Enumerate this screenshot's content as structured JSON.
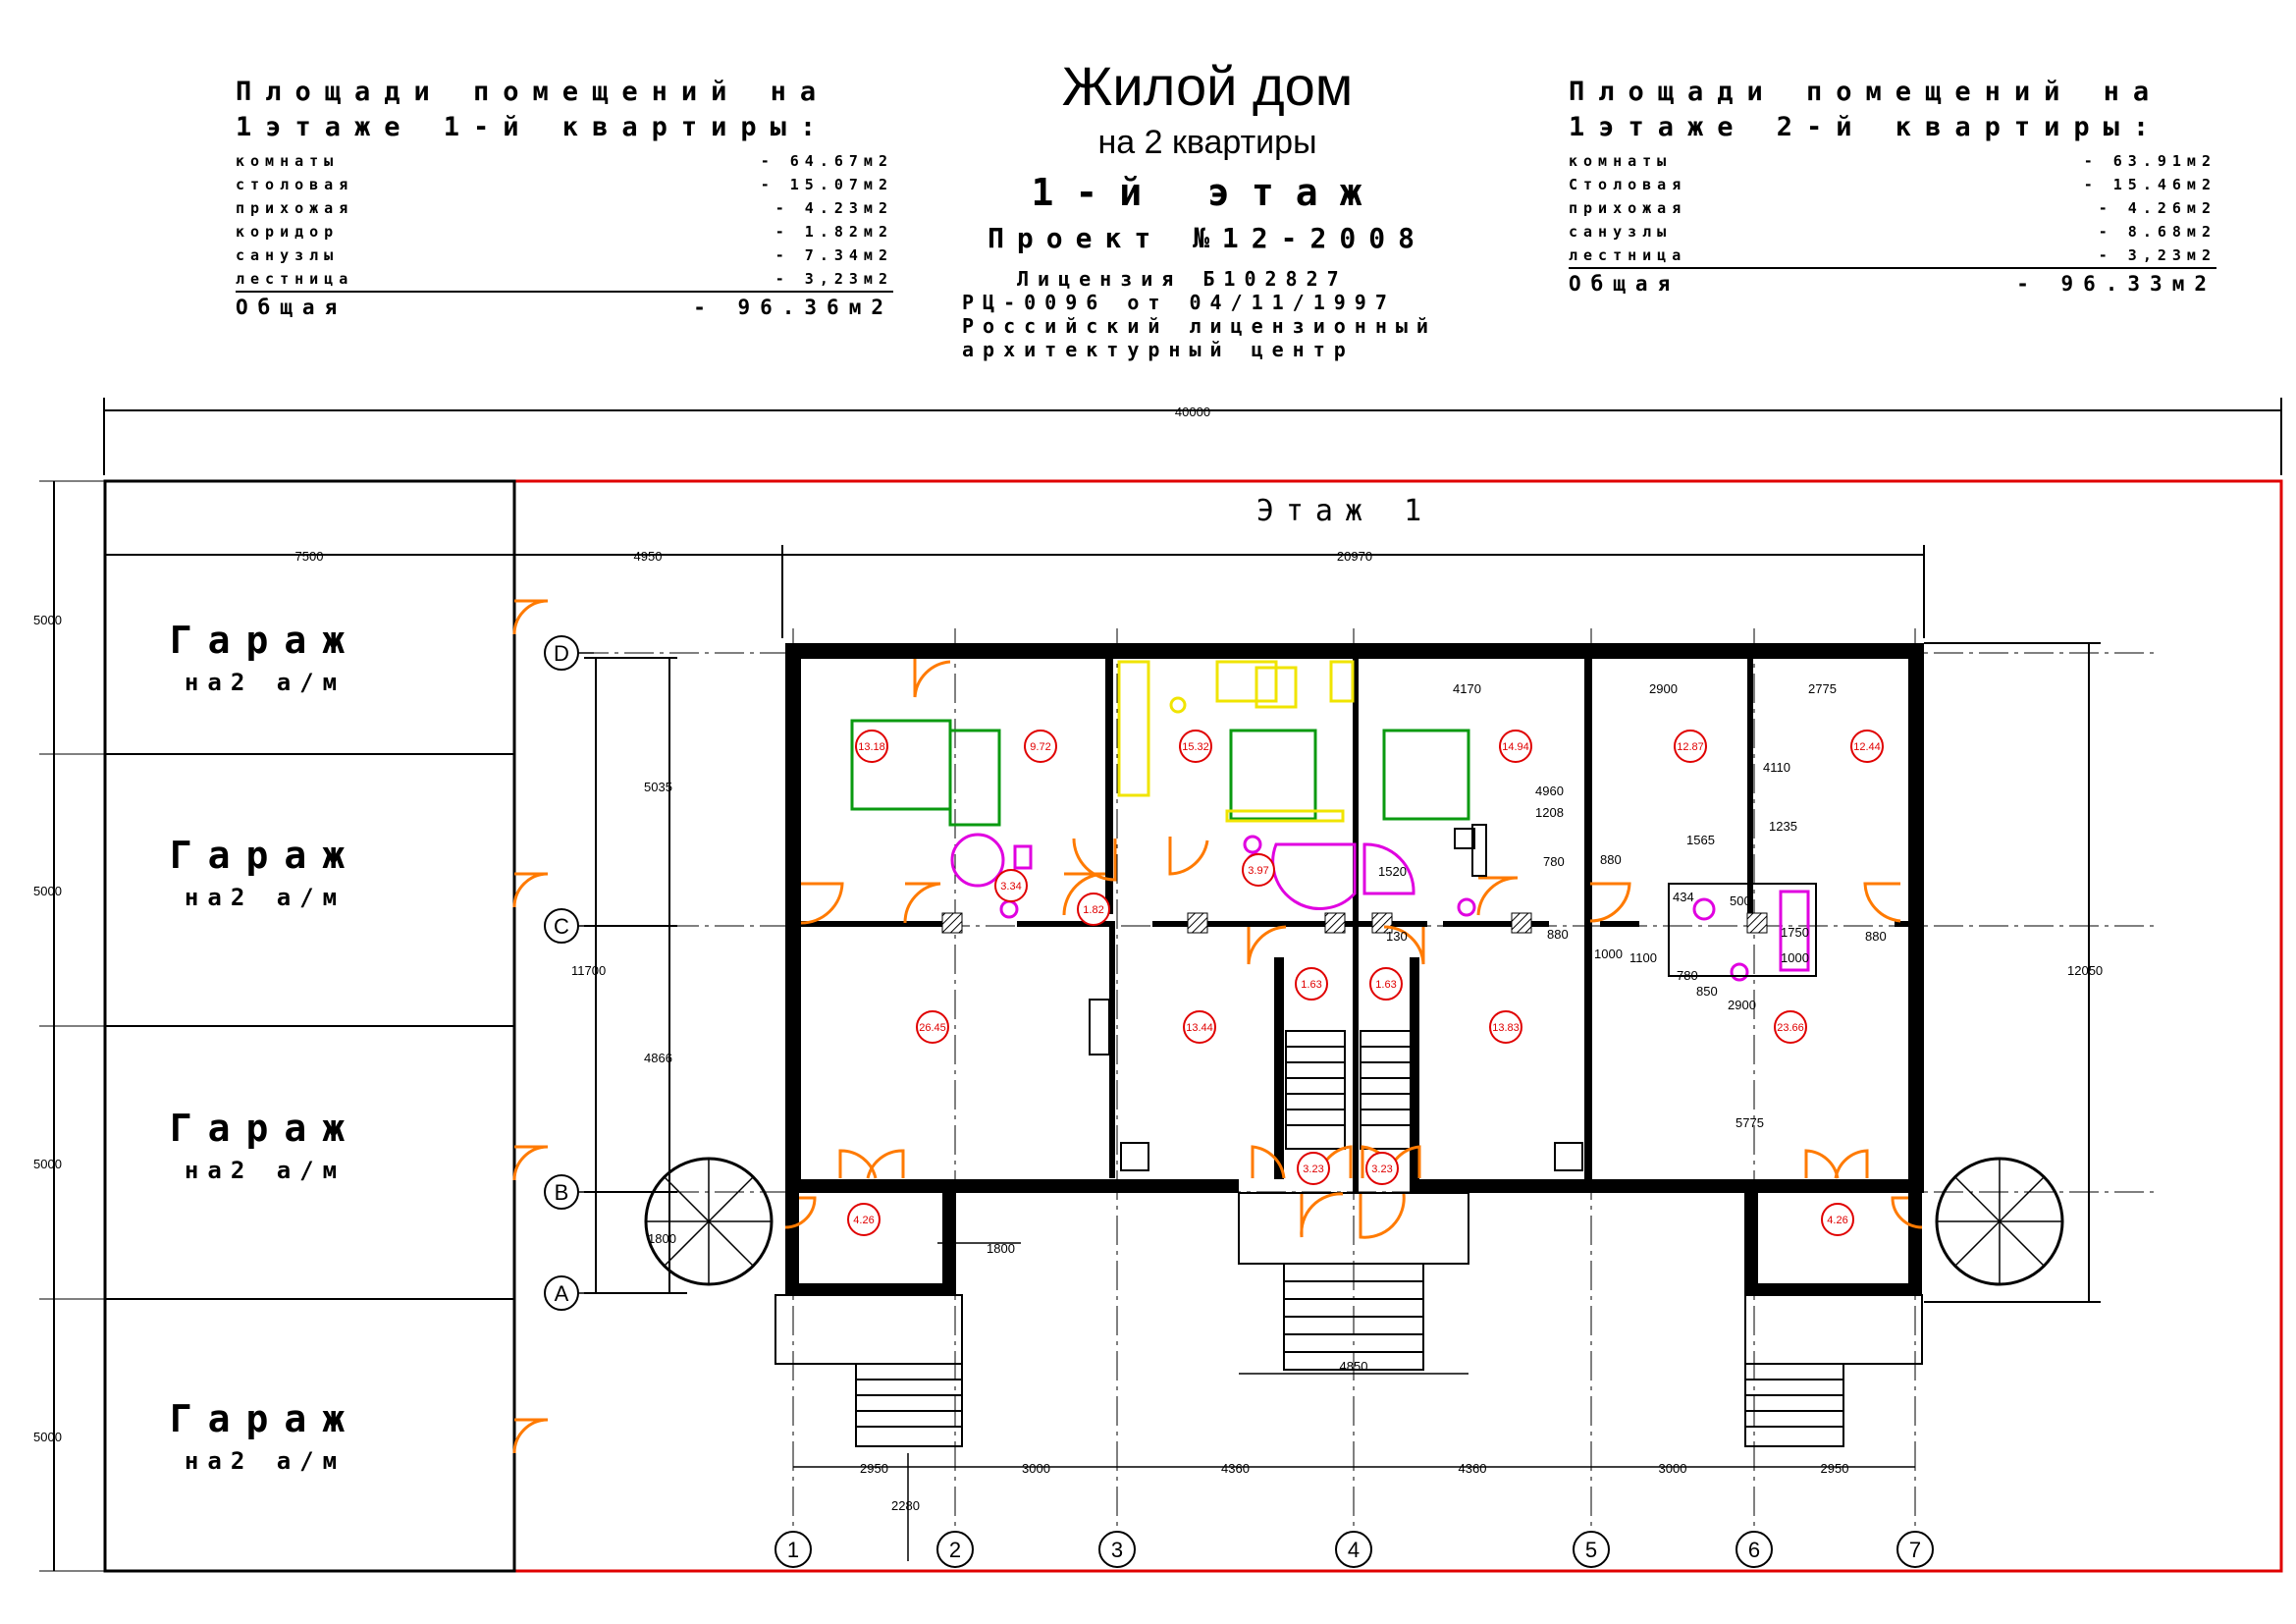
{
  "title": {
    "main": "Жилой дом",
    "sub": "на 2 квартиры",
    "floor": "1-й этаж",
    "project": "Проект №12-2008"
  },
  "license": {
    "line1": "Лицензия Б102827",
    "line2": "РЦ-0096 от 04/11/1997",
    "line3": "Российский лицензионный",
    "line4": "архитектурный центр"
  },
  "apt1": {
    "title1": "Площади помещений на",
    "title2": "1этаже  1-й квартиры:",
    "rows": [
      {
        "name": "комнаты",
        "value": "- 64.67м2"
      },
      {
        "name": "столовая",
        "value": "- 15.07м2"
      },
      {
        "name": "прихожая",
        "value": "- 4.23м2"
      },
      {
        "name": "коридор",
        "value": "- 1.82м2"
      },
      {
        "name": "санузлы",
        "value": "- 7.34м2"
      },
      {
        "name": "лестница",
        "value": "- 3,23м2"
      }
    ],
    "total_name": "Общая",
    "total_value": "- 96.36м2"
  },
  "apt2": {
    "title1": "Площади помещений на",
    "title2": "1этаже  2-й квартиры:",
    "rows": [
      {
        "name": "комнаты",
        "value": "- 63.91м2"
      },
      {
        "name": "Столовая",
        "value": "- 15.46м2"
      },
      {
        "name": "прихожая",
        "value": "- 4.26м2"
      },
      {
        "name": "санузлы",
        "value": "- 8.68м2"
      },
      {
        "name": "лестница",
        "value": "- 3,23м2"
      }
    ],
    "total_name": "Общая",
    "total_value": "- 96.33м2"
  },
  "plan": {
    "floor_label": "Этаж 1",
    "overall_dim": "40000",
    "garage_label": "Гараж",
    "garage_sub": "на2 а/м",
    "garages": 4,
    "dims": {
      "garage_width": "7500",
      "gap": "4950",
      "house_width": "20970",
      "garage_module": "5000",
      "axis_total": "11700",
      "right_total": "12050",
      "dc": "5035",
      "cb": "4866",
      "ba": "1800",
      "porch": "1800",
      "stair": "4850",
      "r1": "4170",
      "r2": "2900",
      "r3": "2775",
      "r4": "4960",
      "r5": "1208",
      "r6": "4110",
      "r7": "1235",
      "r8": "1565",
      "r9": "880",
      "r10": "780",
      "r11": "1520",
      "r12": "130",
      "r13": "500",
      "r14": "434",
      "r15": "1750",
      "r16": "1000",
      "r17": "1100",
      "r18": "850",
      "r19": "5775",
      "bottom": [
        "2950",
        "3000",
        "4360",
        "4360",
        "3000",
        "2950"
      ],
      "offset": "2280"
    },
    "row_axes": [
      "D",
      "C",
      "B",
      "A"
    ],
    "col_axes": [
      "1",
      "2",
      "3",
      "4",
      "5",
      "6",
      "7"
    ],
    "rooms": [
      "13.18",
      "9.72",
      "15.32",
      "14.94",
      "12.87",
      "12.44",
      "3.34",
      "1.82",
      "3.97",
      "26.45",
      "13.44",
      "1.63",
      "1.63",
      "13.83",
      "23.66",
      "3.23",
      "3.23",
      "4.26",
      "4.26"
    ]
  },
  "colors": {
    "red": "#e00000",
    "orange": "#ff7a00",
    "green": "#0a9a10",
    "yellow": "#f0e400",
    "magenta": "#e000e0"
  }
}
